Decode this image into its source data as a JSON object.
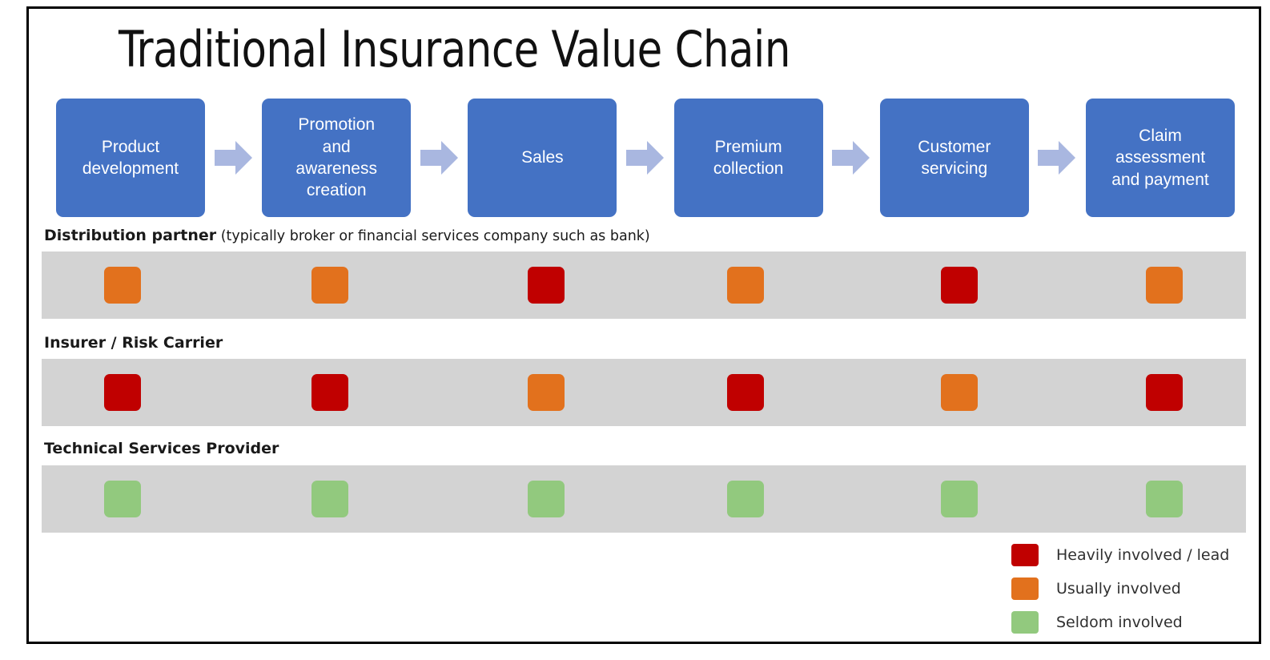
{
  "title": "Traditional Insurance Value Chain",
  "colors": {
    "stage_box": "#4472C4",
    "arrow": "#A9B7E0",
    "band_background": "#D3D3D3",
    "heavy": "#C00000",
    "usual": "#E2711D",
    "seldom": "#92C97E",
    "border": "#000000"
  },
  "chain": {
    "arrow_icon": "arrow-right-icon",
    "stages": [
      {
        "label": "Product\ndevelopment"
      },
      {
        "label": "Promotion\nand\nawareness\ncreation"
      },
      {
        "label": "Sales"
      },
      {
        "label": "Premium\ncollection"
      },
      {
        "label": "Customer\nservicing"
      },
      {
        "label": "Claim\nassessment\nand payment"
      }
    ]
  },
  "matrix": {
    "column_stages": [
      "Product development",
      "Promotion and awareness creation",
      "Sales",
      "Premium collection",
      "Customer servicing",
      "Claim assessment and payment"
    ],
    "rows": [
      {
        "label_bold": "Distribution partner",
        "label_rest": " (typically broker or financial services company such as bank)",
        "levels": [
          "usual",
          "usual",
          "heavy",
          "usual",
          "heavy",
          "usual"
        ]
      },
      {
        "label_bold": "Insurer / Risk Carrier",
        "label_rest": "",
        "levels": [
          "heavy",
          "heavy",
          "usual",
          "heavy",
          "usual",
          "heavy"
        ]
      },
      {
        "label_bold": "Technical Services Provider",
        "label_rest": "",
        "levels": [
          "seldom",
          "seldom",
          "seldom",
          "seldom",
          "seldom",
          "seldom"
        ]
      }
    ]
  },
  "legend": {
    "items": [
      {
        "level": "heavy",
        "label": "Heavily involved / lead"
      },
      {
        "level": "usual",
        "label": "Usually involved"
      },
      {
        "level": "seldom",
        "label": "Seldom involved"
      }
    ]
  }
}
